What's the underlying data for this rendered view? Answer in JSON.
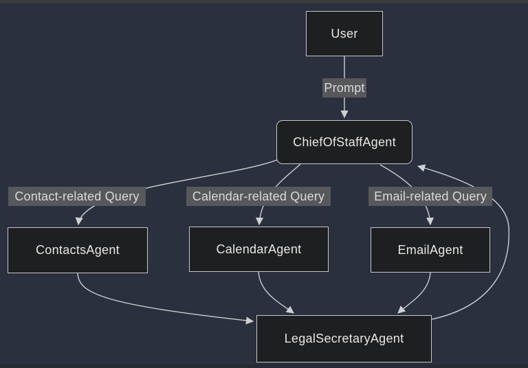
{
  "diagram": {
    "type": "flowchart",
    "direction": "top-down",
    "colors": {
      "canvas-bg": "#2a303d",
      "top-strip": "#3b3b3d",
      "bottom-strip": "#262a33",
      "node-fill": "#1e1f20",
      "node-border": "#c5c7cc",
      "node-text": "#e7e7e5",
      "edge-color": "#cfd0d2",
      "label-bg": "#56585c",
      "label-text": "#dadada"
    },
    "nodes": [
      {
        "id": "user",
        "label": "User",
        "shape": "rect"
      },
      {
        "id": "chiefofstaff",
        "label": "ChiefOfStaffAgent",
        "shape": "rounded-rect"
      },
      {
        "id": "contacts",
        "label": "ContactsAgent",
        "shape": "rect"
      },
      {
        "id": "calendar",
        "label": "CalendarAgent",
        "shape": "rect"
      },
      {
        "id": "email",
        "label": "EmailAgent",
        "shape": "rect"
      },
      {
        "id": "legalsecretary",
        "label": "LegalSecretaryAgent",
        "shape": "rect"
      }
    ],
    "edges": [
      {
        "from": "User",
        "to": "ChiefOfStaffAgent",
        "label": "Prompt"
      },
      {
        "from": "ChiefOfStaffAgent",
        "to": "ContactsAgent",
        "label": "Contact-related Query"
      },
      {
        "from": "ChiefOfStaffAgent",
        "to": "CalendarAgent",
        "label": "Calendar-related Query"
      },
      {
        "from": "ChiefOfStaffAgent",
        "to": "EmailAgent",
        "label": "Email-related Query"
      },
      {
        "from": "ContactsAgent",
        "to": "LegalSecretaryAgent",
        "label": ""
      },
      {
        "from": "CalendarAgent",
        "to": "LegalSecretaryAgent",
        "label": ""
      },
      {
        "from": "EmailAgent",
        "to": "LegalSecretaryAgent",
        "label": ""
      },
      {
        "from": "LegalSecretaryAgent",
        "to": "ChiefOfStaffAgent",
        "label": ""
      }
    ]
  }
}
